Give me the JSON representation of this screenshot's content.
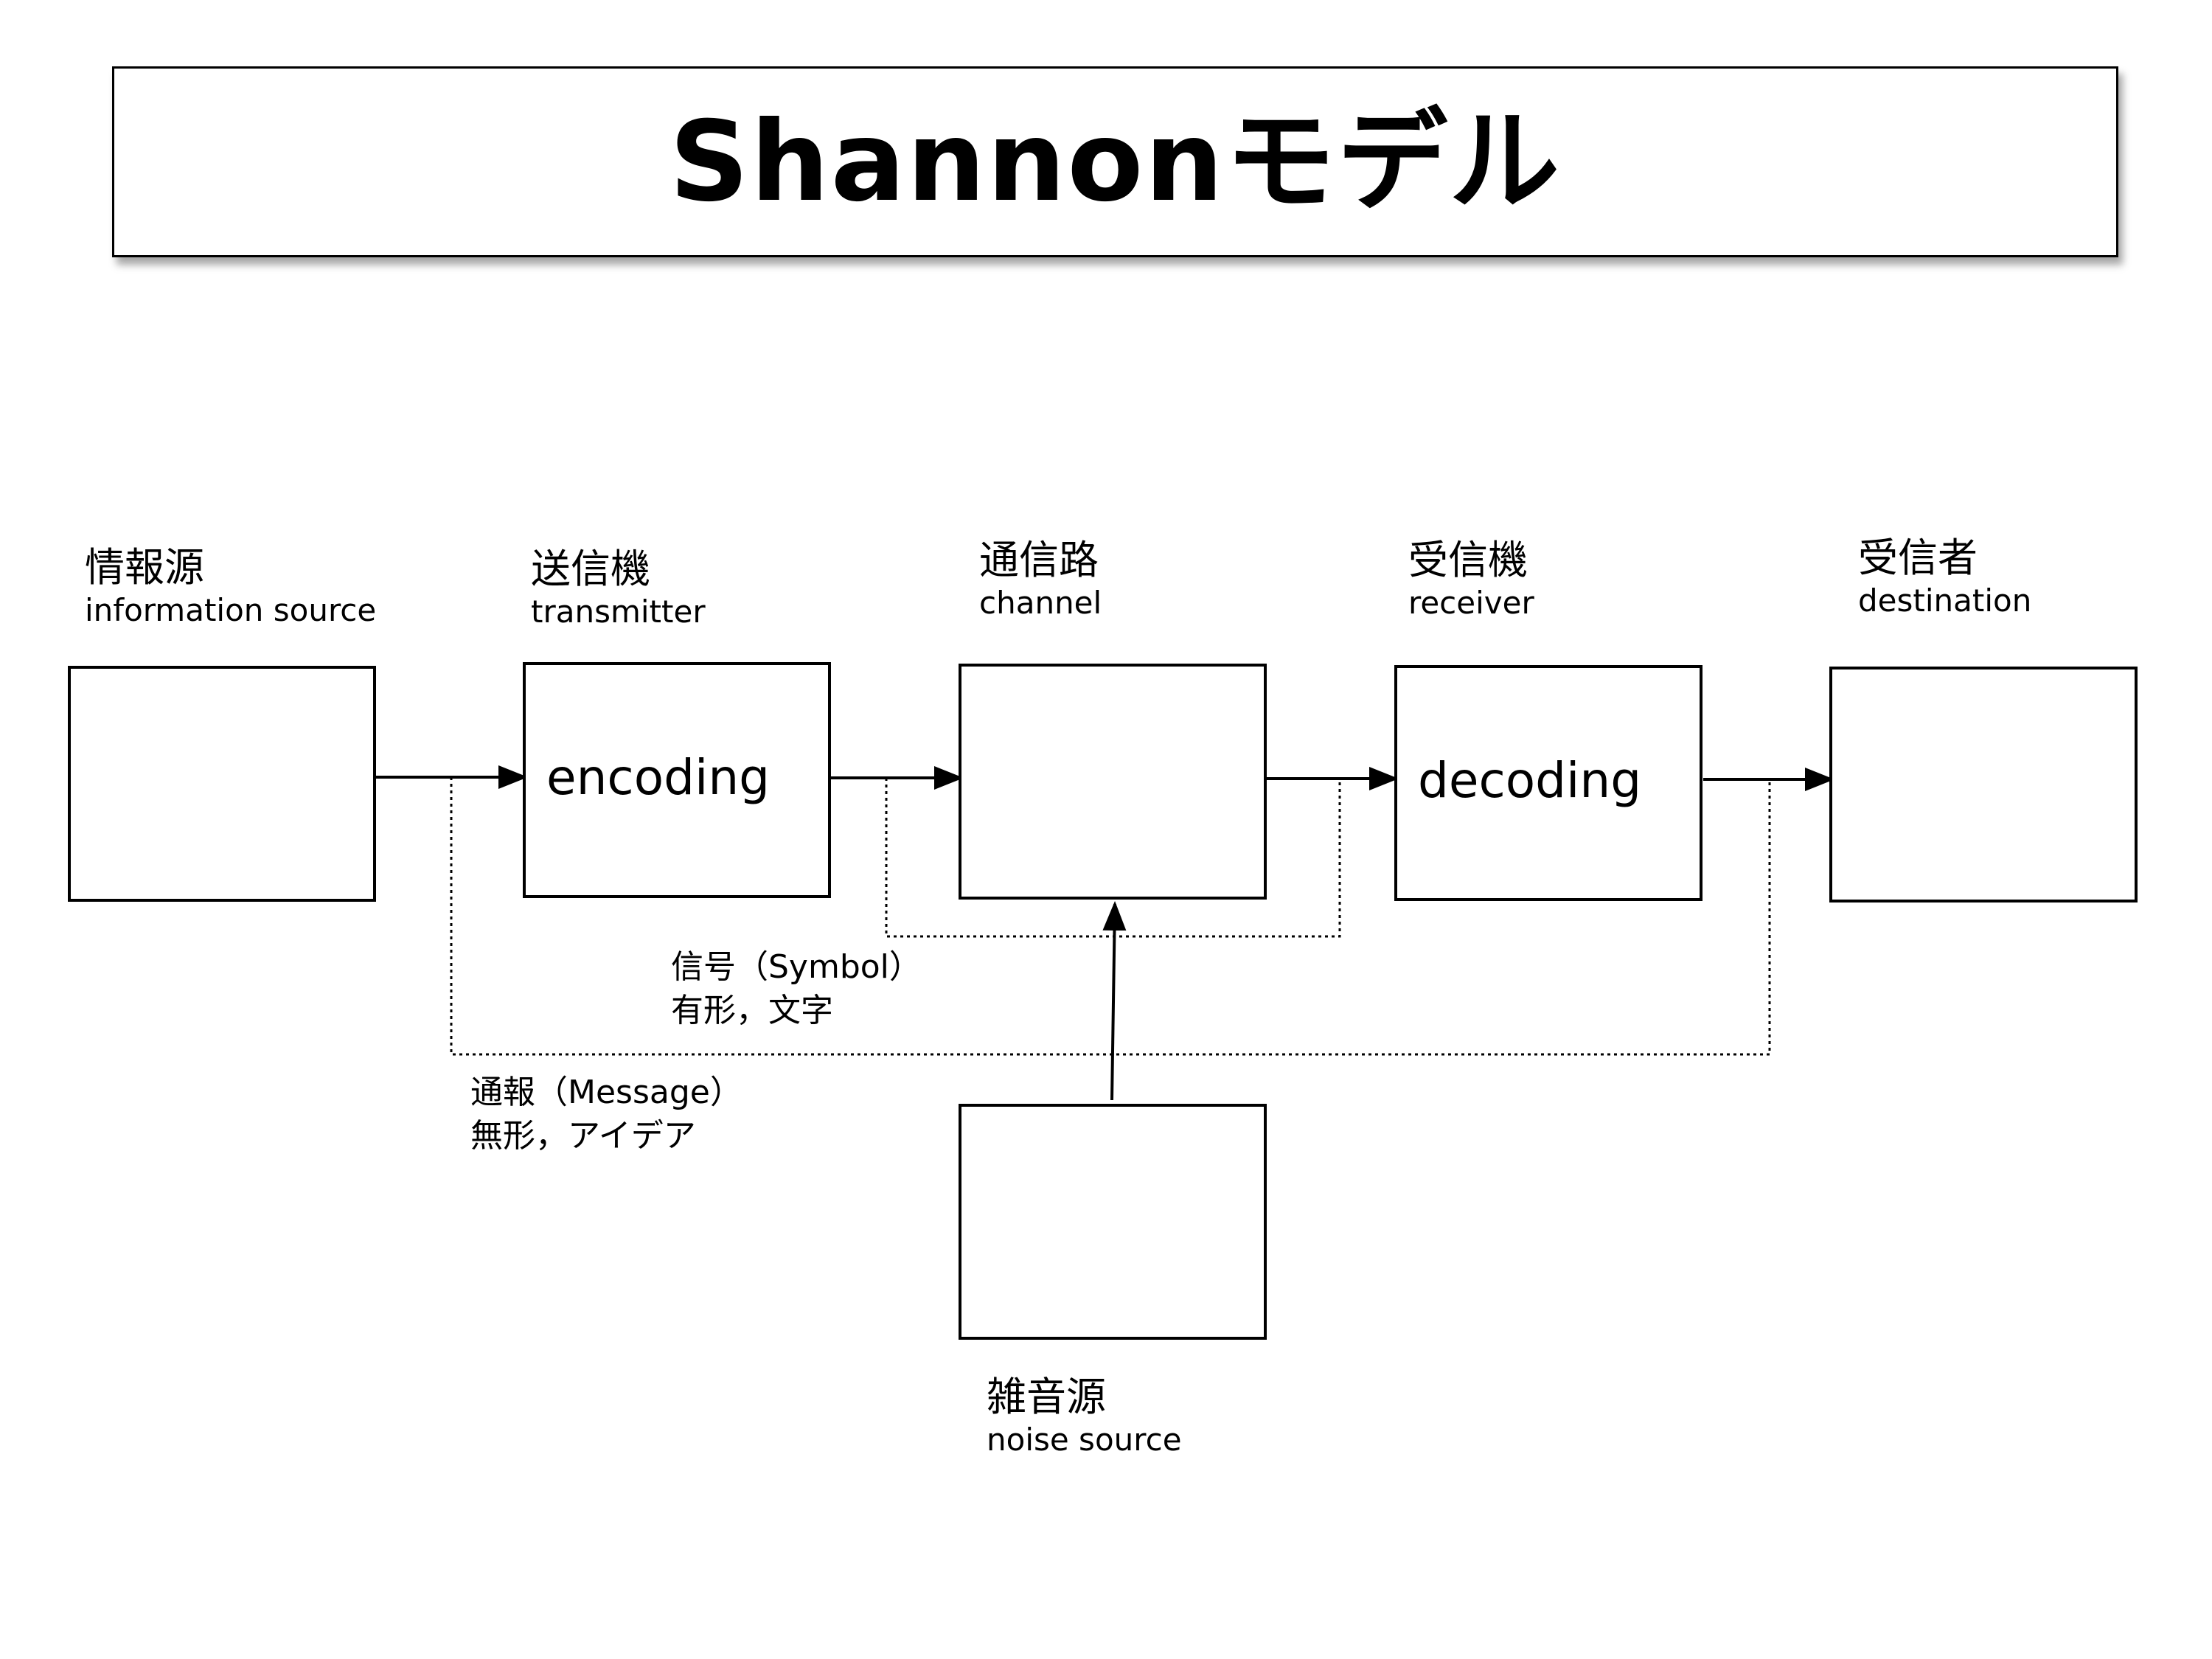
{
  "title": "Shannonモデル",
  "components": {
    "information_source": {
      "ja": "情報源",
      "en": "information source"
    },
    "transmitter": {
      "ja": "送信機",
      "en": "transmitter",
      "inner": "encoding"
    },
    "channel": {
      "ja": "通信路",
      "en": "channel"
    },
    "receiver": {
      "ja": "受信機",
      "en": "receiver",
      "inner": "decoding"
    },
    "destination": {
      "ja": "受信者",
      "en": "destination"
    },
    "noise_source": {
      "ja": "雑音源",
      "en": "noise source"
    }
  },
  "annotations": {
    "signal": {
      "line1": "信号（Symbol）",
      "line2": "有形，文字"
    },
    "message": {
      "line1": "通報（Message）",
      "line2": "無形，アイデア"
    }
  }
}
